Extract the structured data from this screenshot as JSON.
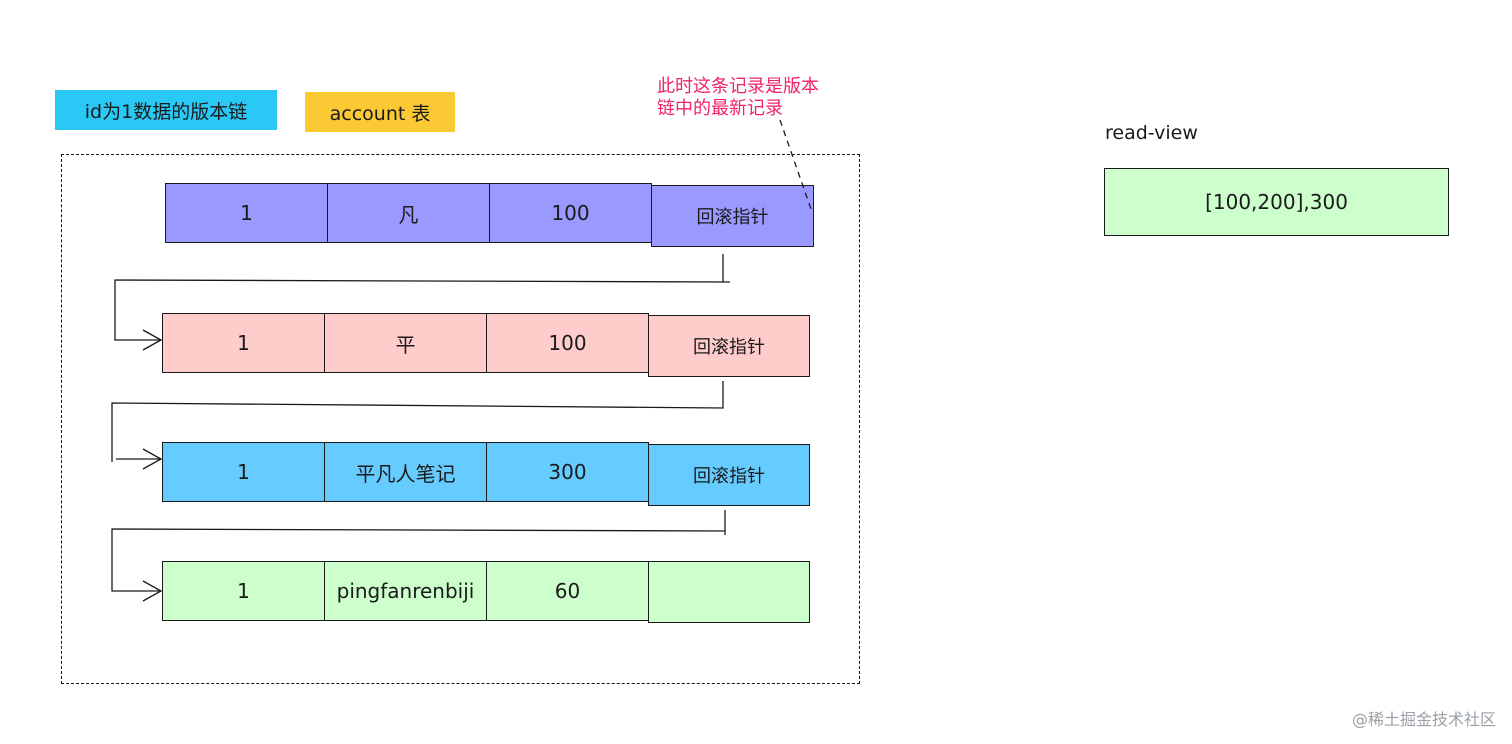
{
  "labels": {
    "version_chain": "id为1数据的版本链",
    "table": "account 表",
    "annotation_line1": "此时这条记录是版本",
    "annotation_line2": "链中的最新记录"
  },
  "rows": [
    {
      "id": "1",
      "name": "凡",
      "balance": "100",
      "pointer": "回滚指针"
    },
    {
      "id": "1",
      "name": "平",
      "balance": "100",
      "pointer": "回滚指针"
    },
    {
      "id": "1",
      "name": "平凡人笔记",
      "balance": "300",
      "pointer": "回滚指针"
    },
    {
      "id": "1",
      "name": "pingfanrenbiji",
      "balance": "60",
      "pointer": ""
    }
  ],
  "read_view": {
    "label": "read-view",
    "value": "[100,200],300"
  },
  "watermark": "@稀土掘金技术社区",
  "colors": {
    "row_1": "#9999ff",
    "row_2": "#ffcccc",
    "row_3": "#66ccff",
    "row_4": "#ccffcc",
    "tag_chain": "#29c8f5",
    "tag_table": "#fbc934",
    "annotation": "#f2226a",
    "read_view_box": "#ccffcc"
  }
}
